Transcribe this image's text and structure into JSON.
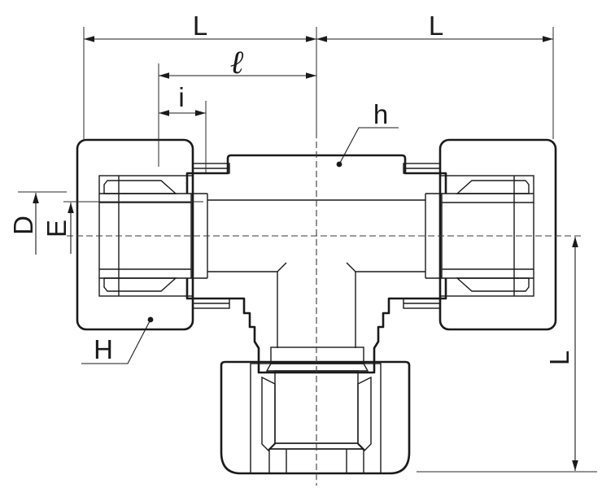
{
  "drawing": {
    "labels": {
      "L_left": "L",
      "L_right": "L",
      "ell": "ℓ",
      "i": "i",
      "h": "h",
      "D": "D",
      "E": "E",
      "H": "H",
      "L_vertical": "L"
    },
    "colors": {
      "background": "#ffffff",
      "line": "#1a1a1a",
      "body_fill": "#e6e6e6",
      "nut_fill": "#c2c2c2",
      "ferrule_fill": "#a6a6a6",
      "cavity_fill": "#ffffff"
    }
  }
}
